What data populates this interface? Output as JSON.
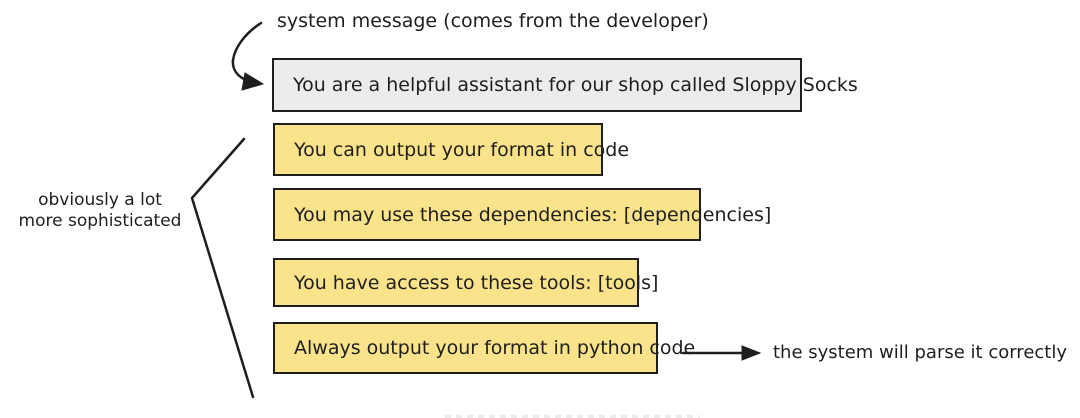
{
  "diagram": {
    "system_label": "system message (comes from the developer)",
    "system_box_text": "You are a helpful assistant for our shop called Sloppy Socks",
    "instruction_boxes": [
      "You can output your format in code",
      "You may use these dependencies: [dependencies]",
      "You have access to these tools: [tools]",
      "Always output your format in python code"
    ],
    "left_note_line1": "obviously a lot",
    "left_note_line2": "more sophisticated",
    "right_note": "the system will parse it correctly",
    "colors": {
      "background": "#ffffff",
      "stroke": "#1e1e1e",
      "yellow_fill": "#fbe38b",
      "gray_fill": "#ebecee"
    }
  }
}
